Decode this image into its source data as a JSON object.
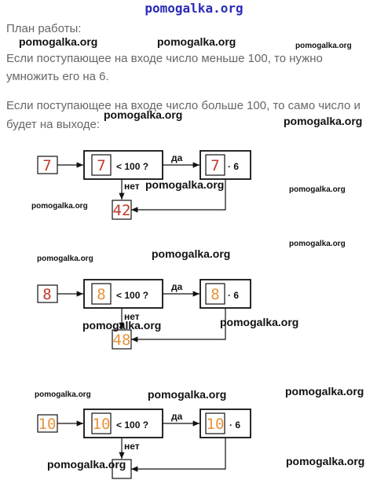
{
  "site_logo": "pomogalka.org",
  "plan_title": "План работы:",
  "rule1_line1": "Если поступающее на входе число меньше 100, то нужно",
  "rule1_line2": "умножить его на 6.",
  "rule2_line1": "Если поступающее на входе число больше 100, то само число и",
  "rule2_line2": "будет на выходе:",
  "watermark": "pomogalka.org",
  "colors": {
    "digit_red": "#c0392b",
    "digit_orange": "#e8923a",
    "logo_blue": "#2a2ab8"
  },
  "diagrams": [
    {
      "input": "7",
      "condition": "< 100 ?",
      "yes_label": "да",
      "no_label": "нет",
      "operation_value": "7",
      "operation": "· 6",
      "output": "42"
    },
    {
      "input": "8",
      "condition": "< 100 ?",
      "yes_label": "да",
      "no_label": "нет",
      "operation_value": "8",
      "operation": "· 6",
      "output": "48"
    },
    {
      "input": "10",
      "condition": "< 100 ?",
      "yes_label": "да",
      "no_label": "нет",
      "operation_value": "10",
      "operation": "· 6",
      "output": ""
    }
  ]
}
